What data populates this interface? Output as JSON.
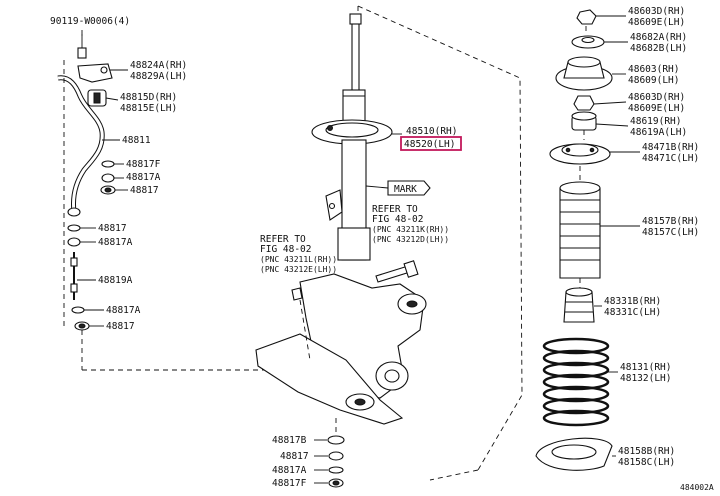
{
  "diagram": {
    "left_labels": [
      {
        "id": "p90119",
        "text": "90119-W0006(4)"
      },
      {
        "id": "p48824",
        "text": "48824A(RH)"
      },
      {
        "id": "p48829",
        "text": "48829A(LH)"
      },
      {
        "id": "p48815d",
        "text": "48815D(RH)"
      },
      {
        "id": "p48815e",
        "text": "48815E(LH)"
      },
      {
        "id": "p48811",
        "text": "48811"
      },
      {
        "id": "p48817f_top",
        "text": "48817F"
      },
      {
        "id": "p48817a_top",
        "text": "48817A"
      },
      {
        "id": "p48817_top",
        "text": "48817"
      },
      {
        "id": "p48817_mid",
        "text": "48817"
      },
      {
        "id": "p48817a_mid",
        "text": "48817A"
      },
      {
        "id": "p48819a",
        "text": "48819A"
      },
      {
        "id": "p48817a_low",
        "text": "48817A"
      },
      {
        "id": "p48817_low",
        "text": "48817"
      }
    ],
    "center_labels": {
      "p48510": "48510(RH)",
      "p48520": "48520(LH)",
      "mark": "MARK",
      "ref1_line1": "REFER TO",
      "ref1_line2": "FIG 48-02",
      "ref1_line3": "(PNC 43211K(RH))",
      "ref1_line4": "(PNC 43212D(LH))",
      "ref2_line1": "REFER TO",
      "ref2_line2": "FIG 48-02",
      "ref2_line3": "(PNC 43211L(RH))",
      "ref2_line4": "(PNC 43212E(LH))",
      "b48817b": "48817B",
      "b48817": "48817",
      "b48817a": "48817A",
      "b48817f": "48817F"
    },
    "right_labels": [
      {
        "id": "r48603d_a",
        "text": "48603D(RH)"
      },
      {
        "id": "r48609e_a",
        "text": "48609E(LH)"
      },
      {
        "id": "r48682a",
        "text": "48682A(RH)"
      },
      {
        "id": "r48682b",
        "text": "48682B(LH)"
      },
      {
        "id": "r48603",
        "text": "48603(RH)"
      },
      {
        "id": "r48609",
        "text": "48609(LH)"
      },
      {
        "id": "r48603d_b",
        "text": "48603D(RH)"
      },
      {
        "id": "r48609e_b",
        "text": "48609E(LH)"
      },
      {
        "id": "r48619a",
        "text": "48619(RH)"
      },
      {
        "id": "r48619b",
        "text": "48619A(LH)"
      },
      {
        "id": "r48471b",
        "text": "48471B(RH)"
      },
      {
        "id": "r48471c",
        "text": "48471C(LH)"
      },
      {
        "id": "r48157b",
        "text": "48157B(RH)"
      },
      {
        "id": "r48157c",
        "text": "48157C(LH)"
      },
      {
        "id": "r48331b",
        "text": "48331B(RH)"
      },
      {
        "id": "r48331c",
        "text": "48331C(LH)"
      },
      {
        "id": "r48131",
        "text": "48131(RH)"
      },
      {
        "id": "r48132",
        "text": "48132(LH)"
      },
      {
        "id": "r48158b",
        "text": "48158B(RH)"
      },
      {
        "id": "r48158c",
        "text": "48158C(LH)"
      }
    ],
    "figure_code": "484002A",
    "highlight_color": "#c2185b"
  }
}
